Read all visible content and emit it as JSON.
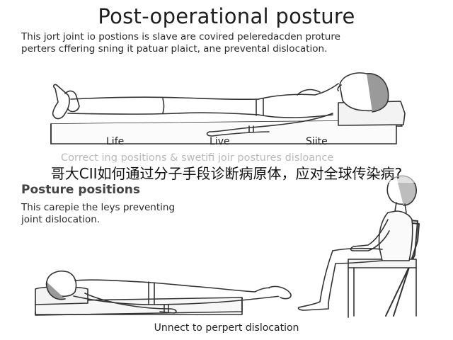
{
  "header": {
    "title": "Post-operational posture",
    "intro_line1": "This jort joint io postions is slave are covired peleredacden proture",
    "intro_line2": "perters cffering sning it patuar plaict, ane prevental dislocation."
  },
  "bed_labels": [
    "Life",
    "Live",
    "Siite"
  ],
  "faded_caption": "Correct ing positions & swetifi joir postures disloance",
  "overlay_text": "哥大CII如何通过分子手段诊断病原体，应对全球传染病?",
  "section2": {
    "heading": "Posture positions",
    "desc_line1": "This carepie the leys preventing",
    "desc_line2": "joint dislocation."
  },
  "bottom_caption": "Unnect to perpert dislocation",
  "colors": {
    "ink": "#222222",
    "line": "#333333",
    "faded": "#b9b9b9",
    "bed": "#f7f7f7"
  }
}
